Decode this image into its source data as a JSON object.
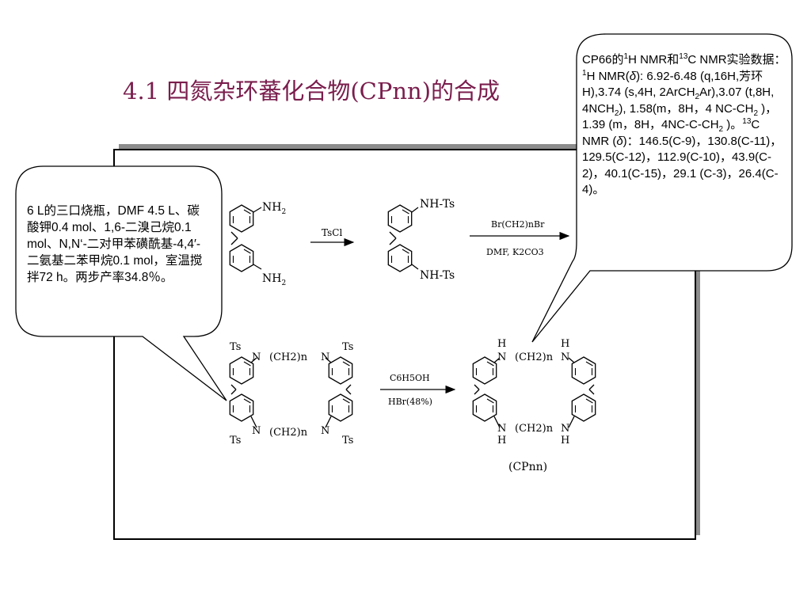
{
  "slide": {
    "title": "4.1 四氮杂环蕃化合物(CPnn)的合成"
  },
  "scheme": {
    "reactant_top_label": "NH",
    "reactant_top_sub": "2",
    "reactant_bottom_label": "NH",
    "reactant_bottom_sub": "2",
    "step1_reagent": "TsCl",
    "intermediate_top_label": "NH-Ts",
    "intermediate_bottom_label": "NH-Ts",
    "step2_reagent_top": "Br(CH2)nBr",
    "step2_reagent_bottom": "DMF, K2CO3",
    "protected_ts": "Ts",
    "protected_n": "N",
    "chain_label": "(CH2)n",
    "step3_reagent_top": "C6H5OH",
    "step3_reagent_bottom": "HBr(48%)",
    "product_h": "H",
    "product_n": "N",
    "product_name": "(CPnn)"
  },
  "left_callout": {
    "text": "6 L的三口烧瓶，DMF 4.5 L、碳酸钾0.4 mol、1,6-二溴己烷0.1 mol、N,N‘-二对甲苯磺酰基-4,4′-二氨基二苯甲烷0.1 mol，室温搅拌72 h。两步产率34.8％。"
  },
  "right_callout": {
    "p1": "CP66的",
    "p2": "1",
    "p3": "H NMR和",
    "p4": "13",
    "p5": "C NMR实验数据：",
    "p6": "1",
    "p7": "H NMR(",
    "p8": "δ",
    "p9": "): 6.92-6.48 (q,16H,芳环H),3.74 (s,4H, 2ArCH",
    "p10": "2",
    "p11": "Ar),3.07 (t,8H, 4NCH",
    "p12": "2",
    "p13": "), 1.58(m，8H，4 NC-CH",
    "p14": "2",
    "p15": " )，1.39 (m，8H，4NC-C-CH",
    "p16": "2",
    "p17": " )。",
    "p18": "13",
    "p19": "C NMR (",
    "p20": "δ",
    "p21": ")：146.5(C-9)，130.8(C-11)，129.5(C-12)，112.9(C-10)，43.9(C-2)，40.1(C-15)，29.1 (C-3)，26.4(C-4)。"
  }
}
